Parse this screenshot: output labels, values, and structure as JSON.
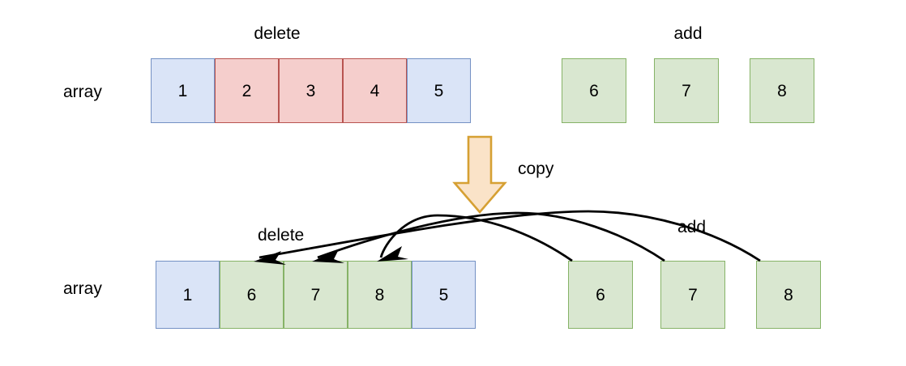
{
  "diagram": {
    "title": "array copy delete add diagram",
    "colors": {
      "blue_fill": "#dae4f7",
      "blue_stroke": "#7491c4",
      "red_fill": "#f5cecc",
      "red_stroke": "#b85450",
      "green_fill": "#d9e7d0",
      "green_stroke": "#86b367",
      "arrow_fill": "#fae3c8",
      "arrow_stroke": "#d6a033",
      "line": "#000000"
    },
    "top": {
      "row_label": "array",
      "delete_caption": "delete",
      "add_caption": "add",
      "array_cells": [
        {
          "value": "1",
          "style": "blue"
        },
        {
          "value": "2",
          "style": "red"
        },
        {
          "value": "3",
          "style": "red"
        },
        {
          "value": "4",
          "style": "red"
        },
        {
          "value": "5",
          "style": "blue"
        }
      ],
      "add_cells": [
        {
          "value": "6",
          "style": "green"
        },
        {
          "value": "7",
          "style": "green"
        },
        {
          "value": "8",
          "style": "green"
        }
      ]
    },
    "middle": {
      "copy_label": "copy",
      "arrow_direction": "down"
    },
    "bottom": {
      "row_label": "array",
      "delete_caption": "delete",
      "add_caption": "add",
      "array_cells": [
        {
          "value": "1",
          "style": "blue"
        },
        {
          "value": "6",
          "style": "green"
        },
        {
          "value": "7",
          "style": "green"
        },
        {
          "value": "8",
          "style": "green"
        },
        {
          "value": "5",
          "style": "blue"
        }
      ],
      "add_cells": [
        {
          "value": "6",
          "style": "green"
        },
        {
          "value": "7",
          "style": "green"
        },
        {
          "value": "8",
          "style": "green"
        }
      ]
    }
  }
}
